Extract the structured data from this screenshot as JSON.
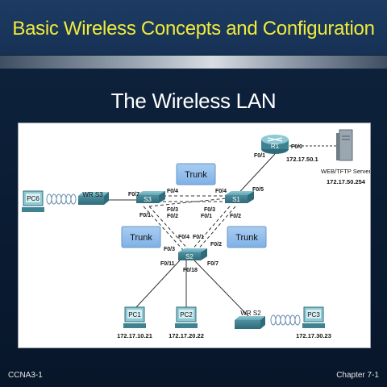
{
  "slide": {
    "title": "Basic Wireless Concepts and Configuration",
    "subtitle": "The Wireless LAN",
    "footer_left": "CCNA3-1",
    "footer_right": "Chapter 7-1"
  },
  "diagram": {
    "trunk_label": "Trunk",
    "devices": {
      "r1": "R1",
      "s1": "S1",
      "s2": "S2",
      "s3": "S3",
      "wrs3": "WR S3",
      "wrs2": "WR S2",
      "pc1": "PC1",
      "pc2": "PC2",
      "pc3": "PC3",
      "pc6": "PC6",
      "server": "WEB/TFTP Server"
    },
    "ips": {
      "r1_ip": "172.17.50.1",
      "server_ip": "172.17.50.254",
      "pc1_ip": "172.17.10.21",
      "pc2_ip": "172.17.20.22",
      "pc3_ip": "172.17.30.23"
    },
    "ports": {
      "r1_f01": "F0/1",
      "r1_f00": "F0/0",
      "s1_f05": "F0/5",
      "s1_f04": "F0/4",
      "s1_f01": "F0/1",
      "s1_f02": "F0/2",
      "s3_f07": "F0/7",
      "s3_f04": "F0/4",
      "s3_f01": "F0/1",
      "s3_f03a": "F0/3",
      "s3_f02": "F0/2",
      "s1_f03": "F0/3",
      "s2_f03": "F0/3",
      "s2_f04": "F0/4",
      "s2_f01": "F0/1",
      "s2_f02": "F0/2",
      "s2_f11": "F0/11",
      "s2_f18": "F0/18",
      "s2_f07": "F0/7"
    }
  }
}
